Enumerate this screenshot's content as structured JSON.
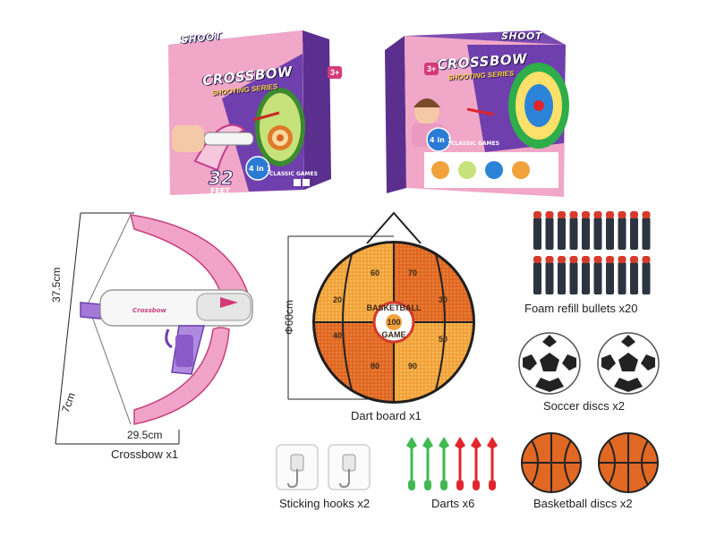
{
  "box_left": {
    "brand": "SHOOT",
    "title_line1": "CROSSBOW",
    "title_line2": "SHOOTING SERIES",
    "age": "3+",
    "distance_value": "32",
    "distance_unit": "FEET",
    "games_badge_main": "4 in 1",
    "games_badge_sub": "CLASSIC GAMES"
  },
  "box_right": {
    "brand": "SHOOT",
    "title_line1": "CROSSBOW",
    "title_line2": "SHOOTING SERIES",
    "age": "3+",
    "games_badge_main": "4 in 1",
    "games_badge_sub": "CLASSIC GAMES"
  },
  "crossbow": {
    "height_label": "37.5cm",
    "depth_label": "7cm",
    "width_label": "29.5cm",
    "caption": "Crossbow x1",
    "brand_text": "Crossbow"
  },
  "dartboard": {
    "diameter_label": "Φ60cm",
    "caption": "Dart board x1",
    "center_top": "BASKETBALL",
    "center_value": "100",
    "center_bottom": "GAME",
    "scores": [
      "60",
      "70",
      "20",
      "30",
      "40",
      "50",
      "80",
      "90"
    ]
  },
  "items": {
    "bullets_caption": "Foam refill bullets x20",
    "soccer_caption": "Soccer discs x2",
    "hooks_caption": "Sticking hooks x2",
    "darts_caption": "Darts x6",
    "basketball_caption": "Basketball discs x2"
  },
  "colors": {
    "box_pink": "#e99ac0",
    "box_purple": "#6a3fa0",
    "dart_green": "#3fb950",
    "dart_red": "#e0262c",
    "board_orange": "#f2a23a",
    "board_dark": "#d8641e",
    "bullet_dark": "#2c3440",
    "bullet_red": "#d63a2a"
  }
}
